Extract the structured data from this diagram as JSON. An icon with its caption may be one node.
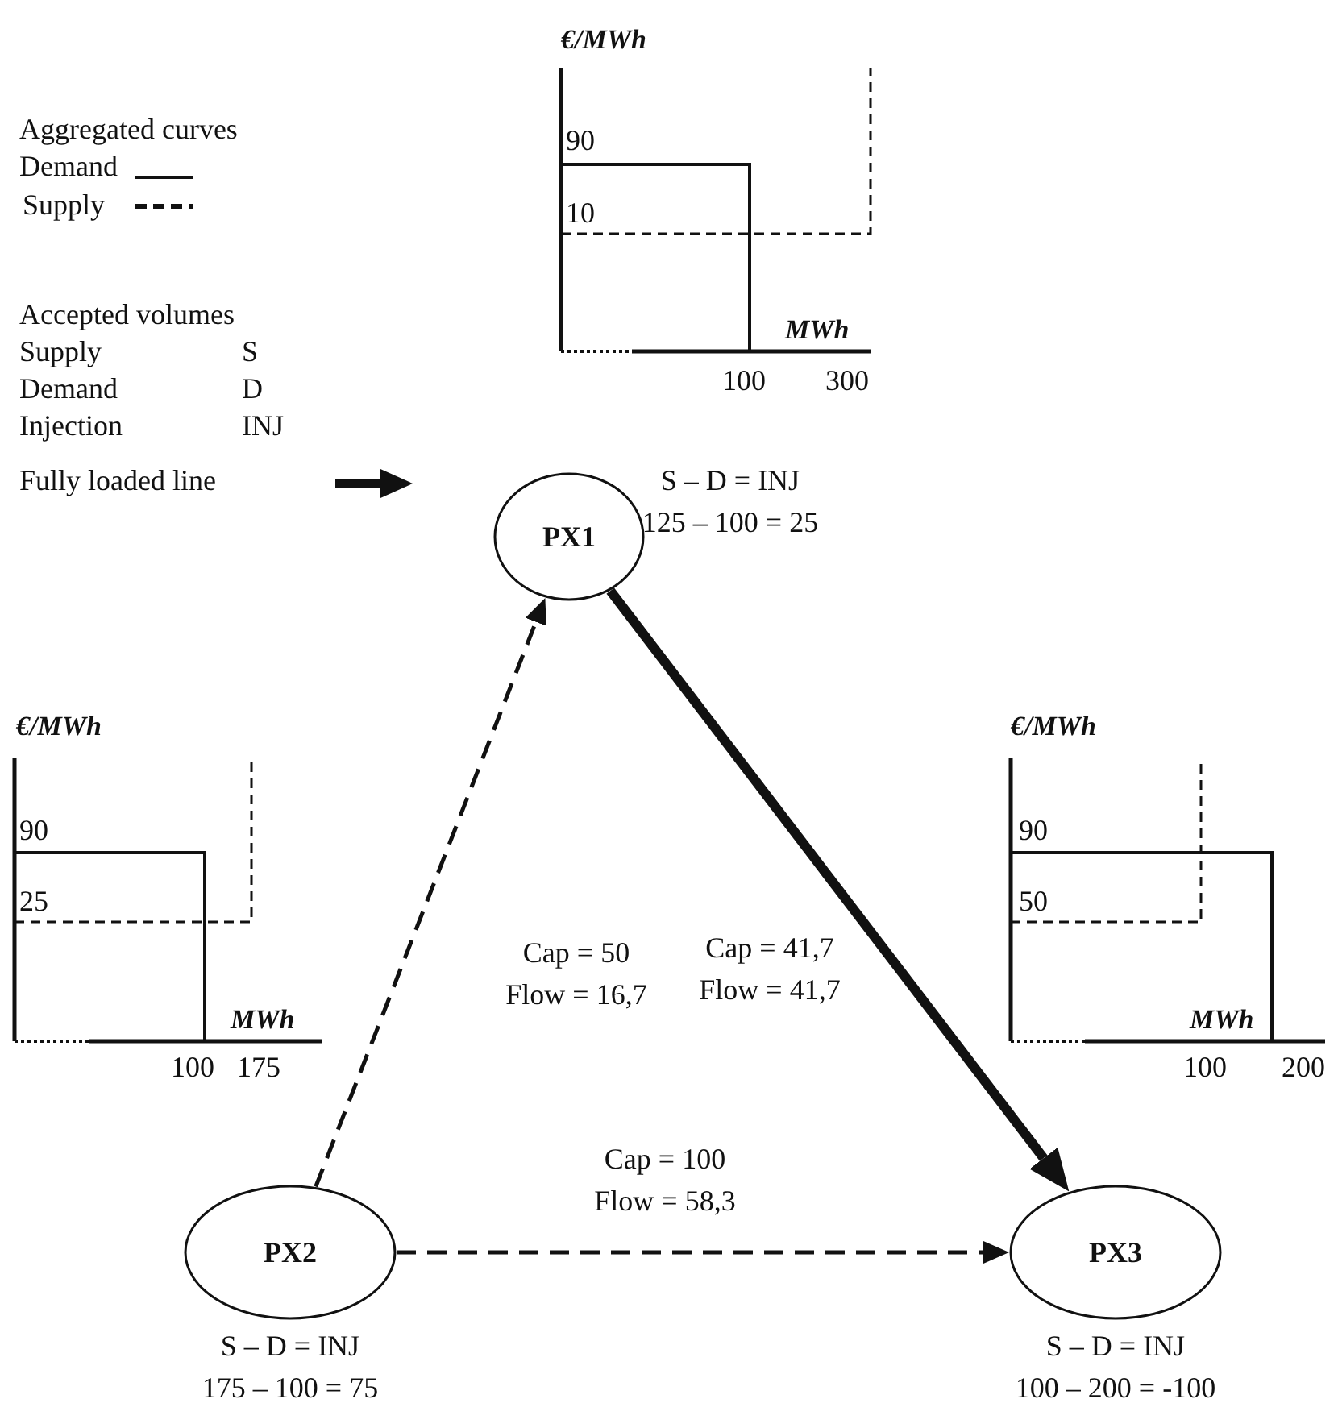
{
  "diagram": {
    "nodes": [
      {
        "text": [
          "PX1"
        ],
        "beside": [
          "S – D = INJ",
          "125 – 100 = 25"
        ]
      },
      {
        "text": [
          "PX2"
        ],
        "beside": [
          "S – D = INJ",
          "175 – 100 = 75"
        ]
      },
      {
        "text": [
          "PX3"
        ],
        "beside": [
          "S – D = INJ",
          "100 – 200 = -100"
        ]
      }
    ],
    "edges": [
      {
        "from": 1,
        "to": 0,
        "arrow": "to",
        "label": "Cap = 50 Flow = 16,7",
        "style": "dashed"
      },
      {
        "from": 0,
        "to": 2,
        "arrow": "to",
        "label": "Cap = 41,7 Flow = 41,7",
        "style": "thick"
      },
      {
        "from": 1,
        "to": 2,
        "arrow": "to",
        "label": "Cap = 100 Flow = 58,3",
        "style": "dashed"
      }
    ],
    "labels": [
      "Aggregated curves",
      "Accepted volumes",
      "Supply",
      "S",
      "Demand",
      "D",
      "Injection",
      "INJ",
      "€/MWh",
      "90",
      "10",
      "MWh",
      "100",
      "300",
      "€/MWh",
      "90",
      "25",
      "MWh",
      "100",
      "175",
      "€/MWh",
      "90",
      "50",
      "MWh",
      "100",
      "200"
    ],
    "legend": [
      {
        "text": "Demand"
      },
      {
        "text": "Supply"
      },
      {
        "text": "Fully loaded line"
      }
    ]
  }
}
